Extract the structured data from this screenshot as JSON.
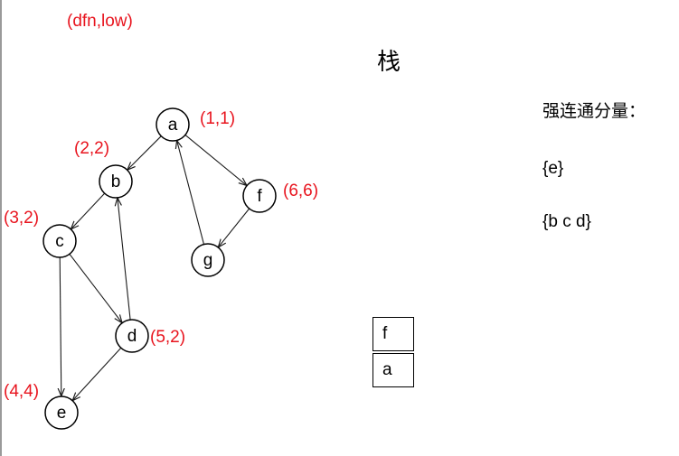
{
  "legend": "(dfn,low)",
  "stack": {
    "title": "栈",
    "items": [
      "f",
      "a"
    ]
  },
  "scc": {
    "title": "强连通分量：",
    "components": [
      "{e}",
      "{b c d}"
    ]
  },
  "nodes": [
    {
      "id": "a",
      "label": "a",
      "dfn_low": "(1,1)"
    },
    {
      "id": "b",
      "label": "b",
      "dfn_low": "(2,2)"
    },
    {
      "id": "c",
      "label": "c",
      "dfn_low": "(3,2)"
    },
    {
      "id": "d",
      "label": "d",
      "dfn_low": "(5,2)"
    },
    {
      "id": "e",
      "label": "e",
      "dfn_low": "(4,4)"
    },
    {
      "id": "f",
      "label": "f",
      "dfn_low": "(6,6)"
    },
    {
      "id": "g",
      "label": "g",
      "dfn_low": ""
    }
  ],
  "edges": [
    {
      "from": "a",
      "to": "b"
    },
    {
      "from": "a",
      "to": "f"
    },
    {
      "from": "b",
      "to": "c"
    },
    {
      "from": "c",
      "to": "d"
    },
    {
      "from": "c",
      "to": "e"
    },
    {
      "from": "d",
      "to": "b"
    },
    {
      "from": "d",
      "to": "e"
    },
    {
      "from": "f",
      "to": "g"
    },
    {
      "from": "g",
      "to": "a"
    }
  ],
  "colors": {
    "annotation": "#e8141e",
    "ink": "#000000"
  }
}
